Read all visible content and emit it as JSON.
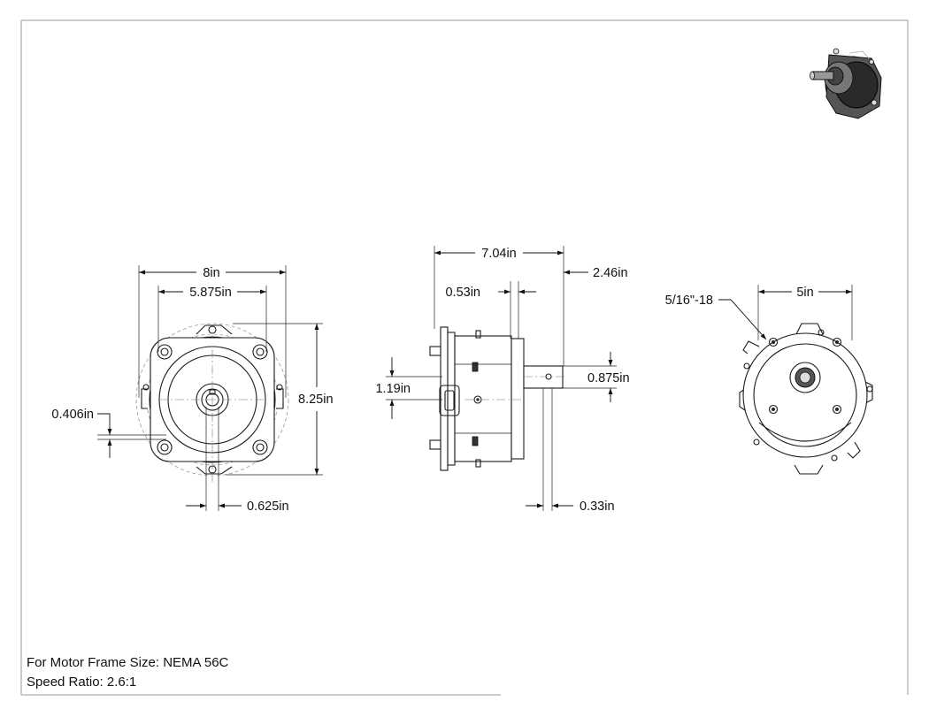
{
  "dimensions": {
    "front_width": "8in",
    "front_bolt_spacing": "5.875in",
    "front_height": "8.25in",
    "front_offset": "0.406in",
    "front_shaft_dia": "0.625in",
    "side_length": "7.04in",
    "side_shaft_length": "2.46in",
    "side_flange": "0.53in",
    "side_offset": "1.19in",
    "side_shaft_dia": "0.875in",
    "side_key": "0.33in",
    "rear_bolt_spacing": "5in",
    "rear_thread": "5/16\"-18"
  },
  "notes": {
    "frame_size": "For Motor Frame Size: NEMA 56C",
    "speed_ratio": "Speed Ratio: 2.6:1"
  }
}
